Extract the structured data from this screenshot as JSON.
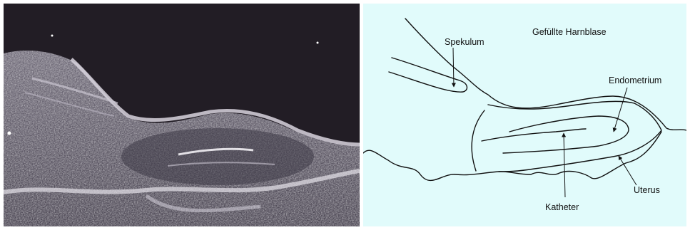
{
  "panels": {
    "ultrasound": {
      "background": "#221d25"
    },
    "diagram": {
      "background": "#e1fbfb",
      "labels": {
        "bladder": "Gefüllte Harnblase",
        "speculum": "Spekulum",
        "endometrium": "Endometrium",
        "uterus": "Uterus",
        "catheter": "Katheter"
      }
    }
  }
}
